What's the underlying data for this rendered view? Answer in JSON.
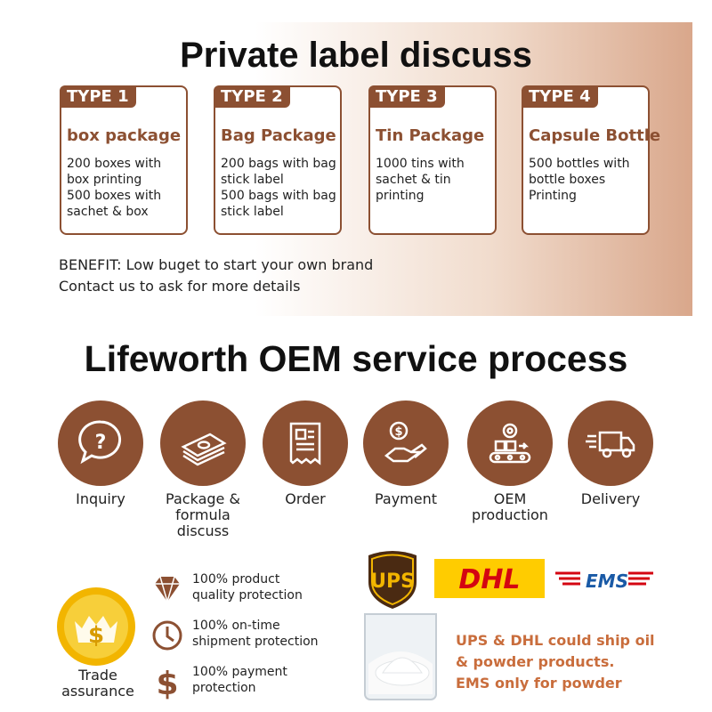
{
  "private_label": {
    "title": "Private label discuss",
    "types": [
      {
        "badge": "TYPE 1",
        "title": "box package",
        "lines": [
          "200 boxes with",
          "box printing",
          "500 boxes with",
          "sachet & box"
        ]
      },
      {
        "badge": "TYPE 2",
        "title": "Bag Package",
        "lines": [
          "200 bags with bag",
          "stick label",
          "500 bags with bag",
          "stick label"
        ]
      },
      {
        "badge": "TYPE 3",
        "title": "Tin Package",
        "lines": [
          "1000 tins with",
          "sachet & tin",
          "printing"
        ]
      },
      {
        "badge": "TYPE 4",
        "title": "Capsule Bottle",
        "lines": [
          "500 bottles with",
          "bottle boxes",
          "Printing"
        ]
      }
    ],
    "benefit_line1": "BENEFIT: Low buget to start your own brand",
    "benefit_line2": "Contact us to ask for more details"
  },
  "oem_process": {
    "title": "Lifeworth OEM service process",
    "steps": [
      {
        "icon": "question-icon",
        "label_lines": [
          "Inquiry"
        ]
      },
      {
        "icon": "money-stack-icon",
        "label_lines": [
          "Package &",
          "formula",
          "discuss"
        ]
      },
      {
        "icon": "document-icon",
        "label_lines": [
          "Order"
        ]
      },
      {
        "icon": "payment-hand-icon",
        "label_lines": [
          "Payment"
        ]
      },
      {
        "icon": "conveyor-gear-icon",
        "label_lines": [
          "OEM",
          "production"
        ]
      },
      {
        "icon": "delivery-truck-icon",
        "label_lines": [
          "Delivery"
        ]
      }
    ]
  },
  "trade": {
    "badge_label_line1": "Trade",
    "badge_label_line2": "assurance",
    "features": [
      {
        "icon": "diamond-icon",
        "line1": "100% product",
        "line2": "quality protection"
      },
      {
        "icon": "clock-icon",
        "line1": "100% on-time",
        "line2": "shipment protection"
      },
      {
        "icon": "dollar-icon",
        "line1": "100% payment",
        "line2": "protection"
      }
    ]
  },
  "shipping": {
    "logos": [
      "UPS",
      "DHL",
      "EMS"
    ],
    "text_lines": [
      "UPS & DHL could ship oil",
      "& powder products.",
      "EMS only for powder"
    ]
  },
  "colors": {
    "brand_brown": "#8c5032",
    "accent_orange": "#c96d3c",
    "gold": "#f2b500",
    "dhl_yellow": "#ffcc00",
    "dhl_red": "#d40511",
    "ems_blue": "#1a5aa6"
  }
}
